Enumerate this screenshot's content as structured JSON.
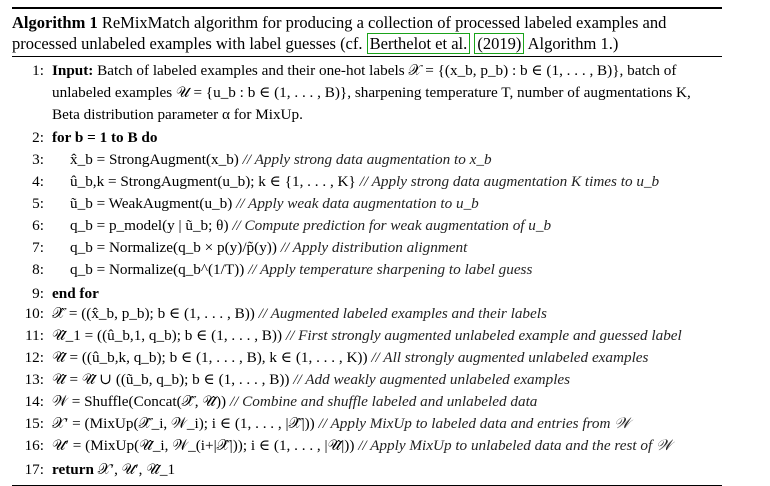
{
  "caption": {
    "label": "Algorithm 1",
    "text_before_cite": "ReMixMatch algorithm for producing a collection of processed labeled examples and processed unlabeled examples with label guesses (cf. ",
    "cite_text": "Berthelot et al.",
    "cite_year": "(2019)",
    "text_after_cite": " Algorithm 1.)"
  },
  "lines": [
    {
      "n": "1:",
      "text": "Input: Batch of labeled examples and their one-hot labels 𝒳 = {(x_b, p_b) : b ∈ (1, . . . , B)}, batch of unlabeled examples 𝒰 = {u_b : b ∈ (1, . . . , B)}, sharpening temperature T, number of augmentations K, Beta distribution parameter α for MixUp."
    },
    {
      "n": "2:",
      "text": "for b = 1 to B do"
    },
    {
      "n": "3:",
      "text": "x̂_b = StrongAugment(x_b)   // Apply strong data augmentation to x_b"
    },
    {
      "n": "4:",
      "text": "û_b,k = StrongAugment(u_b); k ∈ {1, . . . , K}   // Apply strong data augmentation K times to u_b"
    },
    {
      "n": "5:",
      "text": "ũ_b = WeakAugment(u_b)   // Apply weak data augmentation to u_b"
    },
    {
      "n": "6:",
      "text": "q_b = p_model(y | ũ_b; θ)   // Compute prediction for weak augmentation of u_b"
    },
    {
      "n": "7:",
      "text": "q_b = Normalize(q_b × p(y)/p̃(y))   // Apply distribution alignment"
    },
    {
      "n": "8:",
      "text": "q_b = Normalize(q_b^(1/T))   // Apply temperature sharpening to label guess"
    },
    {
      "n": "9:",
      "text": "end for"
    },
    {
      "n": "10:",
      "text": "𝒳̂ = ((x̂_b, p_b); b ∈ (1, . . . , B))   // Augmented labeled examples and their labels"
    },
    {
      "n": "11:",
      "text": "𝒰̂_1 = ((û_b,1, q_b); b ∈ (1, . . . , B))   // First strongly augmented unlabeled example and guessed label"
    },
    {
      "n": "12:",
      "text": "𝒰̂ = ((û_b,k, q_b); b ∈ (1, . . . , B), k ∈ (1, . . . , K))   // All strongly augmented unlabeled examples"
    },
    {
      "n": "13:",
      "text": "𝒰̂ = 𝒰̂ ∪ ((ũ_b, q_b); b ∈ (1, . . . , B))   // Add weakly augmented unlabeled examples"
    },
    {
      "n": "14:",
      "text": "𝒲 = Shuffle(Concat(𝒳̂, 𝒰̂))   // Combine and shuffle labeled and unlabeled data"
    },
    {
      "n": "15:",
      "text": "𝒳′ = (MixUp(𝒳̂_i, 𝒲_i); i ∈ (1, . . . , |𝒳̂|))   // Apply MixUp to labeled data and entries from 𝒲"
    },
    {
      "n": "16:",
      "text": "𝒰′ = (MixUp(𝒰̂_i, 𝒲_(i+|𝒳̂|)); i ∈ (1, . . . , |𝒰̂|))   // Apply MixUp to unlabeled data and the rest of 𝒲"
    },
    {
      "n": "17:",
      "text": "return 𝒳′, 𝒰′, 𝒰̂_1"
    }
  ]
}
